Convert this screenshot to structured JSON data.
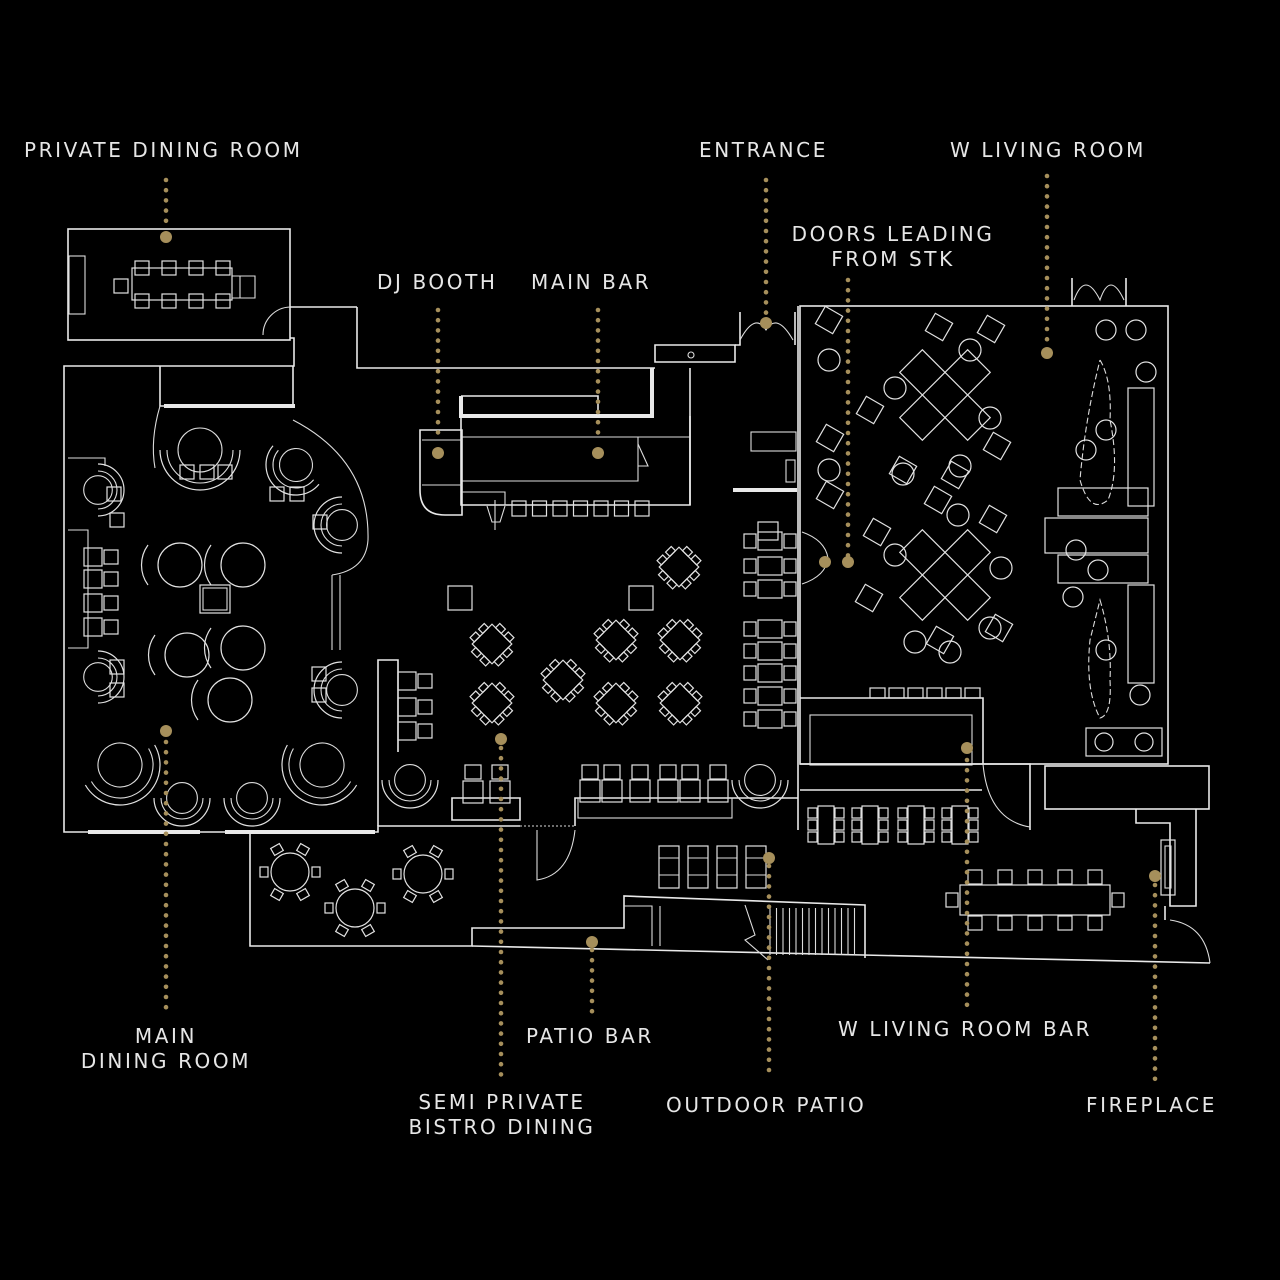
{
  "colors": {
    "background": "#000000",
    "line": "#e9e9e9",
    "label": "#e6e6e6",
    "marker": "#a68f5b"
  },
  "labels": {
    "private_dining_room": "PRIVATE DINING ROOM",
    "entrance": "ENTRANCE",
    "w_living_room": "W LIVING ROOM",
    "doors_leading_1": "DOORS LEADING",
    "doors_leading_2": "FROM STK",
    "dj_booth": "DJ BOOTH",
    "main_bar": "MAIN BAR",
    "main_dining_1": "MAIN",
    "main_dining_2": "DINING ROOM",
    "patio_bar": "PATIO BAR",
    "semi_private_1": "SEMI PRIVATE",
    "semi_private_2": "BISTRO DINING",
    "outdoor_patio": "OUTDOOR PATIO",
    "w_living_room_bar": "W LIVING ROOM BAR",
    "fireplace": "FIREPLACE"
  },
  "markers": [
    {
      "id": "private-dining-room",
      "icon": "location-dot-icon"
    },
    {
      "id": "entrance",
      "icon": "location-dot-icon"
    },
    {
      "id": "w-living-room",
      "icon": "location-dot-icon"
    },
    {
      "id": "doors-leading-from-stk",
      "icon": "location-dot-icon"
    },
    {
      "id": "dj-booth",
      "icon": "location-dot-icon"
    },
    {
      "id": "main-bar",
      "icon": "location-dot-icon"
    },
    {
      "id": "main-dining-room",
      "icon": "location-dot-icon"
    },
    {
      "id": "semi-private-bistro-dining",
      "icon": "location-dot-icon"
    },
    {
      "id": "patio-bar",
      "icon": "location-dot-icon"
    },
    {
      "id": "outdoor-patio",
      "icon": "location-dot-icon"
    },
    {
      "id": "w-living-room-bar",
      "icon": "location-dot-icon"
    },
    {
      "id": "fireplace",
      "icon": "location-dot-icon"
    }
  ]
}
